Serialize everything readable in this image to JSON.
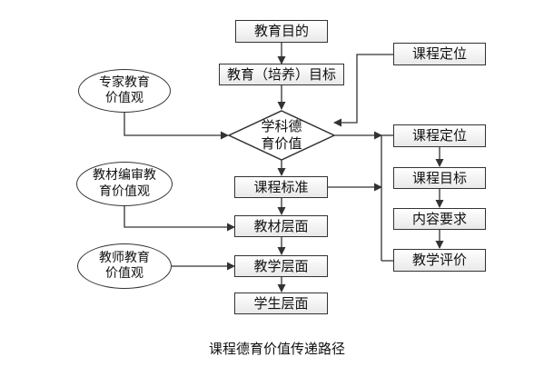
{
  "diagram": {
    "boxes": {
      "edu_goal": "教育目的",
      "edu_aim": "教育（培养）目标",
      "course_pos_top": "课程定位",
      "course_std": "课程标准",
      "textbook_level": "教材层面",
      "teaching_level": "教学层面",
      "student_level": "学生层面",
      "course_pos": "课程定位",
      "course_goal": "课程目标",
      "content_req": "内容要求",
      "teaching_eval": "教学评价"
    },
    "diamond": {
      "line1": "学科德",
      "line2": "育价值"
    },
    "ovals": {
      "expert_1": "专家教育",
      "expert_2": "价值观",
      "editor_1": "教材编审教",
      "editor_2": "育价值观",
      "teacher_1": "教师教育",
      "teacher_2": "价值观"
    }
  },
  "caption": "课程德育价值传递路径"
}
